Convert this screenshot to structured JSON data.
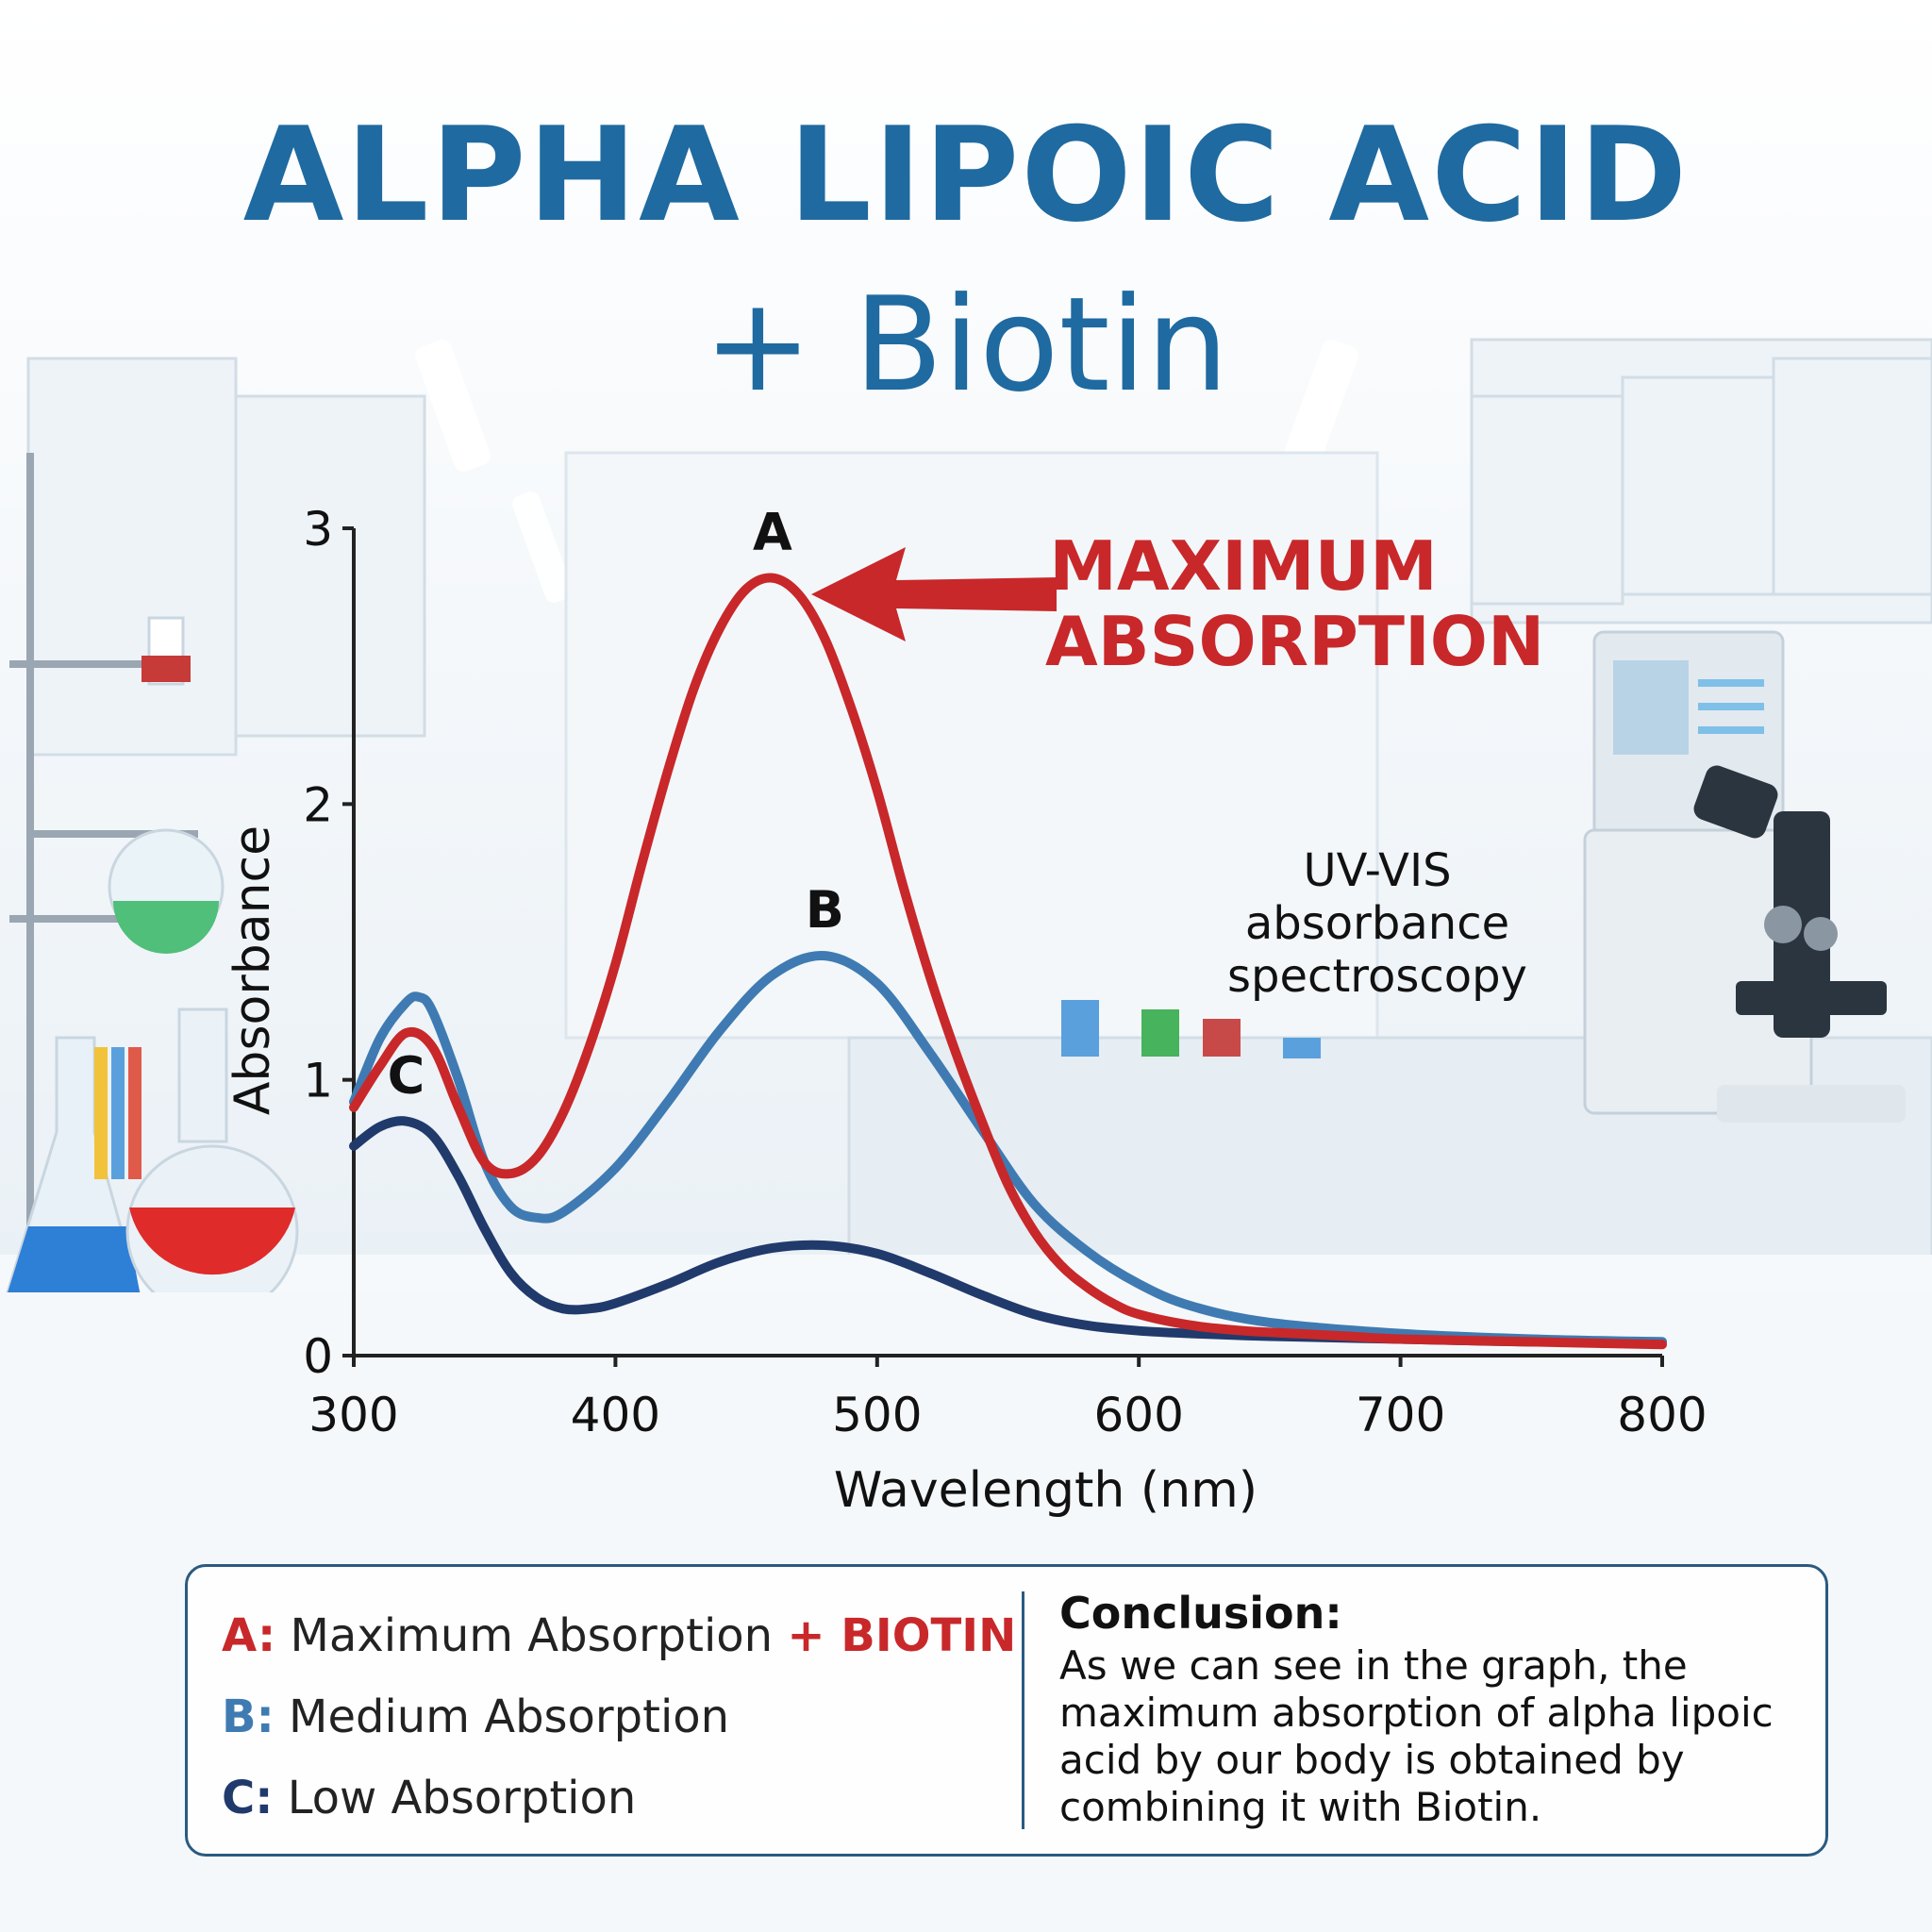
{
  "header": {
    "title_line1": "ALPHA LIPOIC ACID",
    "title_line2": "+ Biotin"
  },
  "callout": {
    "line1": "MAXIMUM",
    "line2": "ABSORPTION"
  },
  "method_label": [
    "UV-VIS",
    "absorbance",
    "spectroscopy"
  ],
  "colors": {
    "series_a": "#c8282a",
    "series_b": "#3f7bb2",
    "series_c": "#213a6c",
    "title": "#1f6aa0"
  },
  "legend": {
    "a_key": "A:",
    "a_text": "Maximum Absorption",
    "a_plus": "+ BIOTIN",
    "b_key": "B:",
    "b_text": "Medium Absorption",
    "c_key": "C:",
    "c_text": "Low Absorption"
  },
  "conclusion": {
    "title": "Conclusion:",
    "text": "As we can see in the graph, the maximum absorption of alpha lipoic acid by our body is obtained by combining it with Biotin."
  },
  "chart_data": {
    "type": "line",
    "xlabel": "Wavelength (nm)",
    "ylabel": "Absorbance",
    "xlim": [
      300,
      800
    ],
    "ylim": [
      0,
      3
    ],
    "x_ticks": [
      300,
      400,
      500,
      600,
      700,
      800
    ],
    "y_ticks": [
      0,
      1,
      2,
      3
    ],
    "grid": false,
    "series": [
      {
        "name": "A",
        "x": [
          300,
          310,
          320,
          330,
          340,
          350,
          360,
          370,
          380,
          390,
          400,
          410,
          420,
          430,
          440,
          450,
          460,
          470,
          480,
          490,
          500,
          510,
          520,
          530,
          540,
          550,
          560,
          570,
          580,
          590,
          600,
          620,
          640,
          660,
          680,
          700,
          750,
          800
        ],
        "y": [
          0.9,
          1.05,
          1.17,
          1.12,
          0.9,
          0.7,
          0.66,
          0.72,
          0.88,
          1.12,
          1.42,
          1.78,
          2.12,
          2.42,
          2.64,
          2.78,
          2.82,
          2.76,
          2.6,
          2.35,
          2.05,
          1.7,
          1.38,
          1.1,
          0.85,
          0.62,
          0.45,
          0.33,
          0.25,
          0.19,
          0.15,
          0.11,
          0.09,
          0.08,
          0.07,
          0.06,
          0.05,
          0.04
        ]
      },
      {
        "name": "B",
        "x": [
          300,
          310,
          320,
          325,
          330,
          340,
          350,
          360,
          370,
          380,
          400,
          420,
          440,
          460,
          480,
          500,
          520,
          540,
          560,
          580,
          600,
          620,
          650,
          700,
          750,
          800
        ],
        "y": [
          0.92,
          1.15,
          1.28,
          1.3,
          1.25,
          1.0,
          0.7,
          0.54,
          0.5,
          0.52,
          0.68,
          0.92,
          1.18,
          1.38,
          1.45,
          1.35,
          1.1,
          0.82,
          0.55,
          0.38,
          0.26,
          0.18,
          0.12,
          0.08,
          0.06,
          0.05
        ]
      },
      {
        "name": "C",
        "x": [
          300,
          310,
          320,
          330,
          340,
          350,
          360,
          370,
          380,
          390,
          400,
          420,
          440,
          460,
          480,
          500,
          520,
          540,
          560,
          580,
          600,
          620,
          650,
          700,
          750,
          800
        ],
        "y": [
          0.76,
          0.83,
          0.85,
          0.8,
          0.65,
          0.46,
          0.3,
          0.21,
          0.17,
          0.17,
          0.19,
          0.26,
          0.34,
          0.39,
          0.4,
          0.37,
          0.3,
          0.22,
          0.15,
          0.11,
          0.09,
          0.08,
          0.07,
          0.06,
          0.05,
          0.05
        ]
      }
    ]
  }
}
